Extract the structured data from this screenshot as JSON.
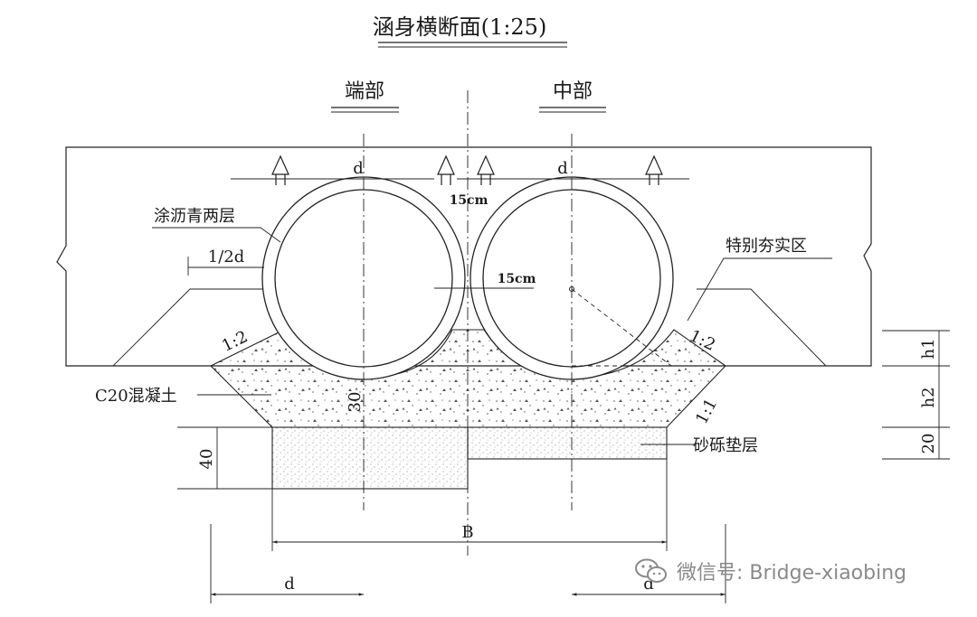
{
  "title": "涵身横断面(1:25)",
  "sections": {
    "left": "端部",
    "right": "中部"
  },
  "labels": {
    "asphalt": "涂沥青两层",
    "compaction": "特别夯实区",
    "concrete": "C20混凝土",
    "gravel": "砂砾垫层"
  },
  "dimensions": {
    "d": "d",
    "half_d": "1/2d",
    "gap_top": "15cm",
    "gap_mid": "15cm",
    "slope_left": "1:2",
    "slope_right": "1:2",
    "slope_base": "1:1",
    "h1": "h1",
    "h2": "h2",
    "twenty": "20",
    "thirty": "30",
    "forty": "40",
    "B": "B"
  },
  "watermark": {
    "text": "微信号: Bridge-xiaobing",
    "icon": "wechat-icon"
  }
}
